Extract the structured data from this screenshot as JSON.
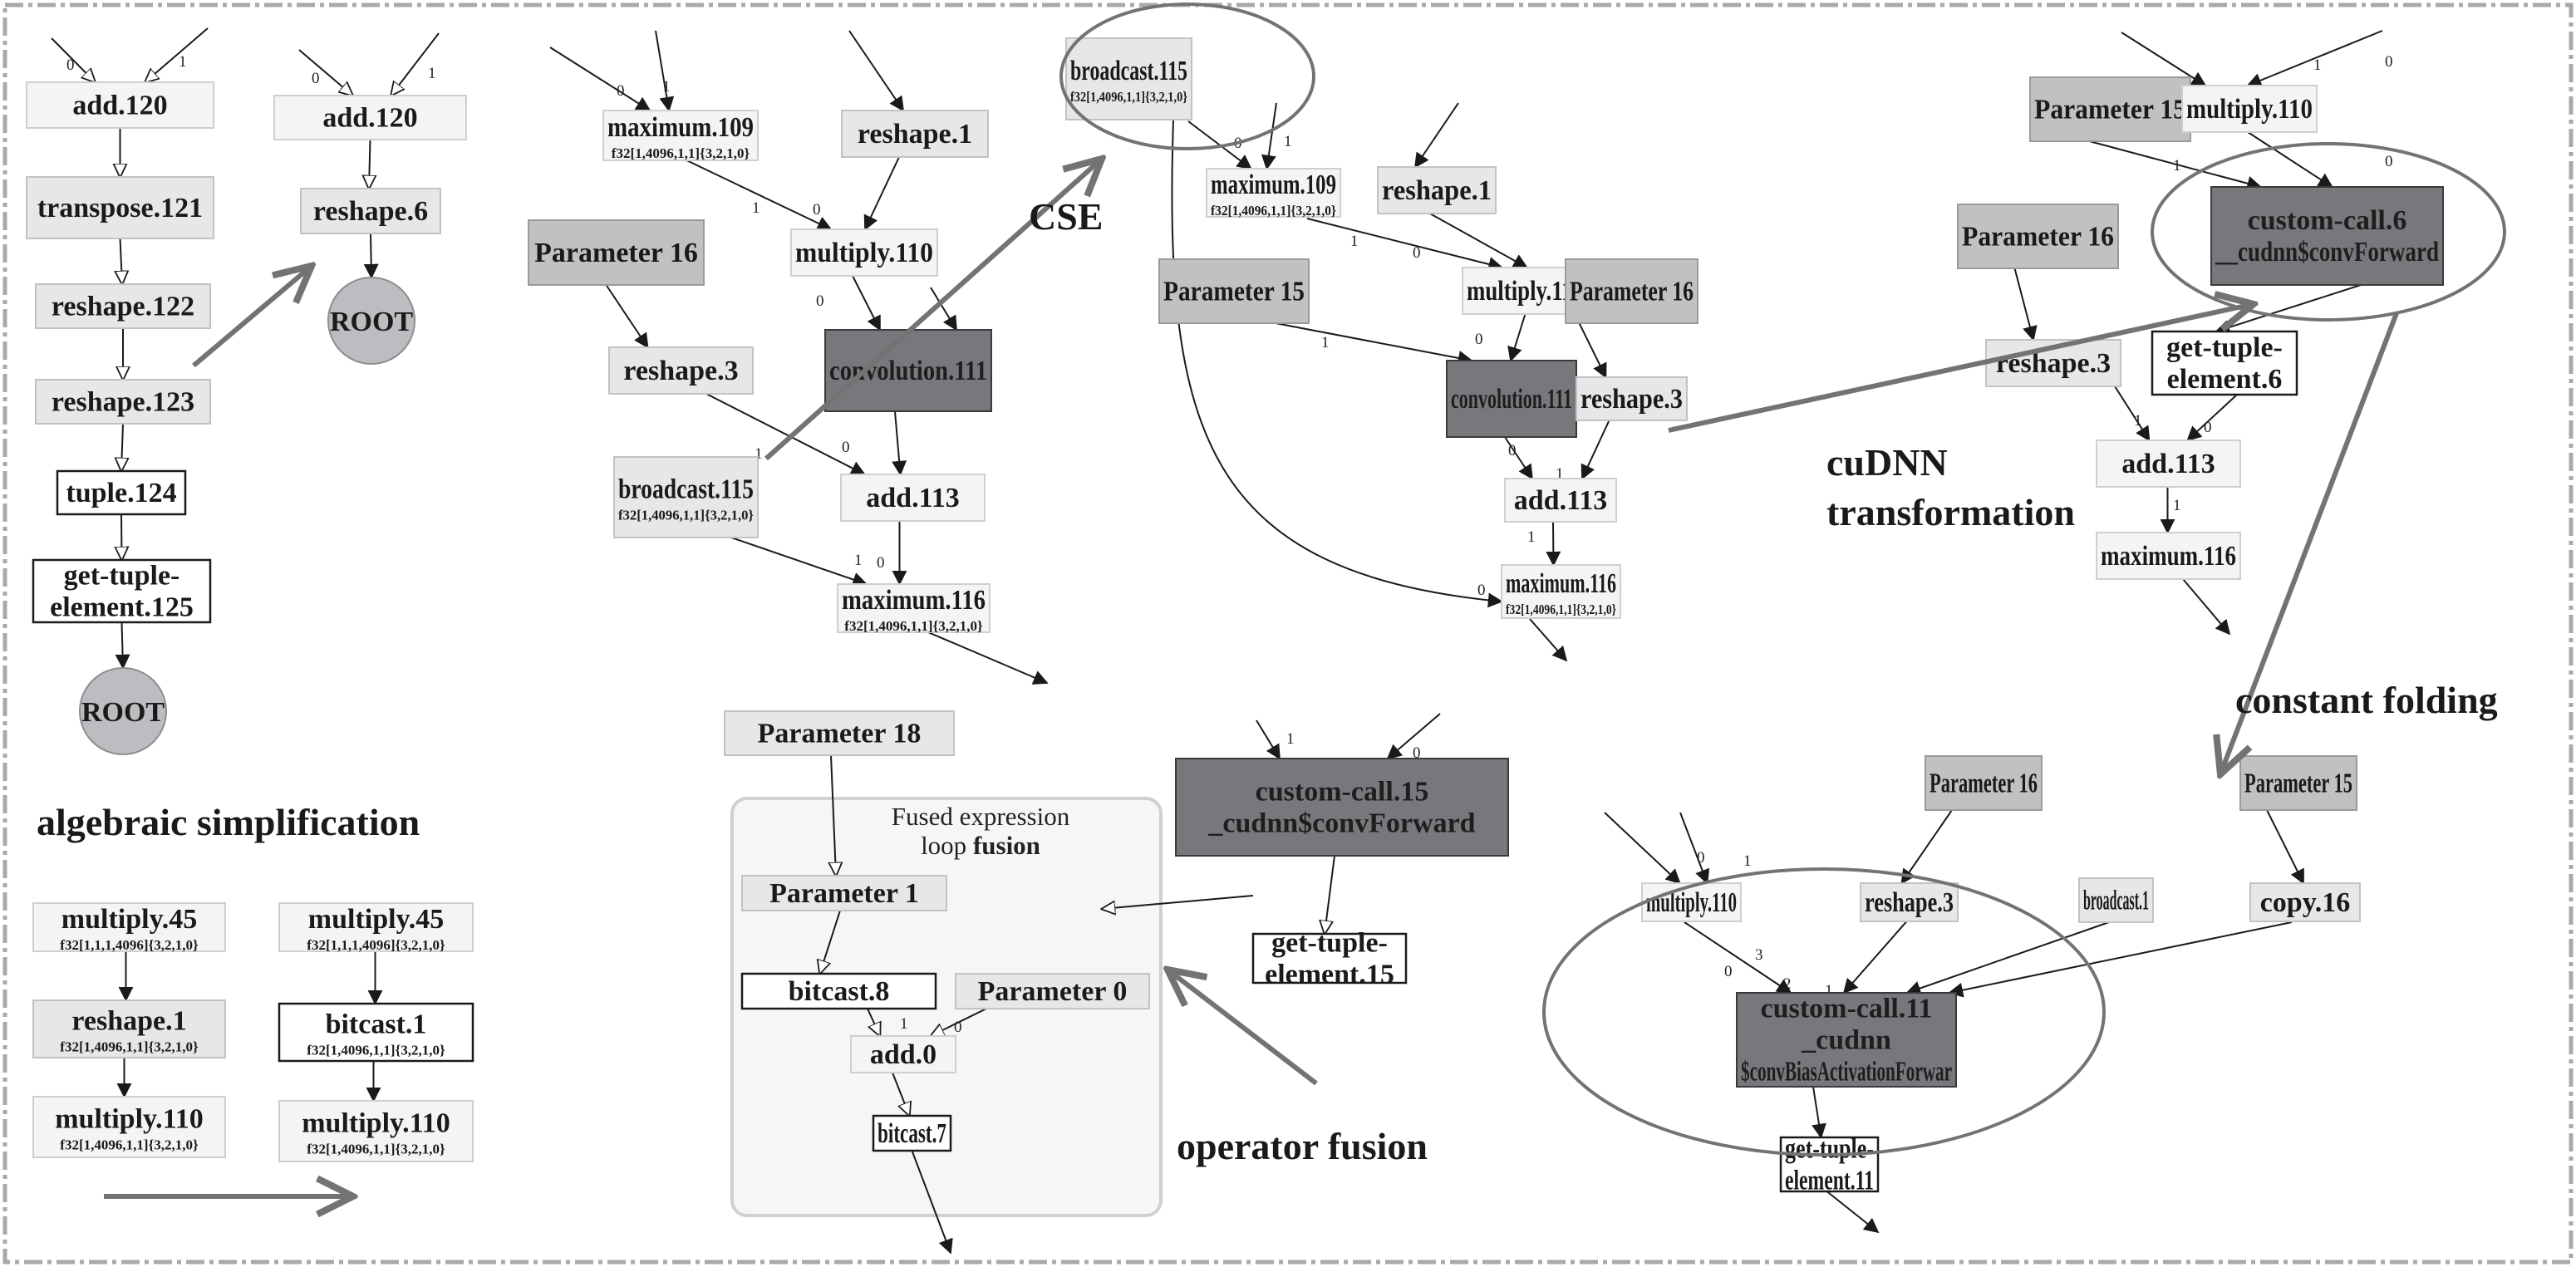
{
  "colors": {
    "node_light": "#f4f4f4",
    "node_mid": "#e6e7e8",
    "node_param": "#c0c1c3",
    "node_dark": "#77787c",
    "node_white": "#ffffff",
    "root_fill": "#bcbdc0",
    "transform_arrow": "#737373",
    "frame": "#a9a9a9",
    "cluster_fill": "#f5f6f6",
    "cluster_border": "#cfd0d1"
  },
  "annotations": {
    "algebraic_simplification": "algebraic simplification",
    "cse": "CSE",
    "cudnn_line1": "cuDNN",
    "cudnn_line2": "transformation",
    "constant_folding": "constant folding",
    "operator_fusion": "operator fusion"
  },
  "fusion_cluster": {
    "title_line1": "Fused expression",
    "title_line2_prefix": "loop ",
    "title_line2_bold": "fusion"
  },
  "nodes": {
    "a_add120": {
      "label": "add.120"
    },
    "a_transpose121": {
      "label": "transpose.121"
    },
    "a_reshape122": {
      "label": "reshape.122"
    },
    "a_reshape123": {
      "label": "reshape.123"
    },
    "a_tuple124": {
      "label": "tuple.124"
    },
    "a_gte125": {
      "label": "get-tuple-",
      "label2": "element.125"
    },
    "a_root": {
      "label": "ROOT"
    },
    "b_add120": {
      "label": "add.120"
    },
    "b_reshape6": {
      "label": "reshape.6"
    },
    "b_root": {
      "label": "ROOT"
    },
    "c_mul45": {
      "label": "multiply.45",
      "sub": "f32[1,1,1,4096]{3,2,1,0}"
    },
    "c_reshape1": {
      "label": "reshape.1",
      "sub": "f32[1,4096,1,1]{3,2,1,0}"
    },
    "c_mul110": {
      "label": "multiply.110",
      "sub": "f32[1,4096,1,1]{3,2,1,0}"
    },
    "d_mul45": {
      "label": "multiply.45",
      "sub": "f32[1,1,1,4096]{3,2,1,0}"
    },
    "d_bitcast1": {
      "label": "bitcast.1",
      "sub": "f32[1,4096,1,1]{3,2,1,0}"
    },
    "d_mul110": {
      "label": "multiply.110",
      "sub": "f32[1,4096,1,1]{3,2,1,0}"
    },
    "e_max109": {
      "label": "maximum.109",
      "sub": "f32[1,4096,1,1]{3,2,1,0}"
    },
    "e_reshape1": {
      "label": "reshape.1"
    },
    "e_param16": {
      "label": "Parameter 16"
    },
    "e_mul110": {
      "label": "multiply.110"
    },
    "e_reshape3": {
      "label": "reshape.3"
    },
    "e_conv111": {
      "label": "convolution.111"
    },
    "e_bcast115": {
      "label": "broadcast.115",
      "sub": "f32[1,4096,1,1]{3,2,1,0}"
    },
    "e_add113": {
      "label": "add.113"
    },
    "e_max116": {
      "label": "maximum.116",
      "sub": "f32[1,4096,1,1]{3,2,1,0}"
    },
    "f_bcast115": {
      "label": "broadcast.115",
      "sub": "f32[1,4096,1,1]{3,2,1,0}"
    },
    "f_max109": {
      "label": "maximum.109",
      "sub": "f32[1,4096,1,1]{3,2,1,0}"
    },
    "f_reshape1": {
      "label": "reshape.1"
    },
    "f_param15": {
      "label": "Parameter 15"
    },
    "f_mul110": {
      "label": "multiply.110"
    },
    "f_param16": {
      "label": "Parameter 16"
    },
    "f_conv111": {
      "label": "convolution.111"
    },
    "f_reshape3": {
      "label": "reshape.3"
    },
    "f_add113": {
      "label": "add.113"
    },
    "f_max116": {
      "label": "maximum.116",
      "sub": "f32[1,4096,1,1]{3,2,1,0}"
    },
    "g_param15": {
      "label": "Parameter 15"
    },
    "g_mul110": {
      "label": "multiply.110"
    },
    "g_param16": {
      "label": "Parameter 16"
    },
    "g_cc6": {
      "label": "custom-call.6",
      "label2": "__cudnn$convForward"
    },
    "g_reshape3": {
      "label": "reshape.3"
    },
    "g_gte6": {
      "label": "get-tuple-",
      "label2": "element.6"
    },
    "g_add113": {
      "label": "add.113"
    },
    "g_max116": {
      "label": "maximum.116"
    },
    "h_param18": {
      "label": "Parameter 18"
    },
    "h_param1": {
      "label": "Parameter 1"
    },
    "h_bitcast8": {
      "label": "bitcast.8"
    },
    "h_param0": {
      "label": "Parameter 0"
    },
    "h_add0": {
      "label": "add.0"
    },
    "h_bitcast7": {
      "label": "bitcast.7"
    },
    "h_cc15": {
      "label": "custom-call.15",
      "label2": "_cudnn$convForward"
    },
    "h_gte15": {
      "label": "get-tuple-",
      "label2": "element.15"
    },
    "i_param16": {
      "label": "Parameter 16"
    },
    "i_param15": {
      "label": "Parameter 15"
    },
    "i_mul110": {
      "label": "multiply.110"
    },
    "i_reshape3": {
      "label": "reshape.3"
    },
    "i_bcast1": {
      "label": "broadcast.1"
    },
    "i_copy16": {
      "label": "copy.16"
    },
    "i_cc11": {
      "label": "custom-call.11",
      "label2": "_cudnn",
      "label3": "$convBiasActivationForwar"
    },
    "i_gte11": {
      "label": "get-tuple-",
      "label2": "element.11"
    }
  },
  "edge_labels": [
    "0",
    "1",
    "2",
    "3"
  ]
}
